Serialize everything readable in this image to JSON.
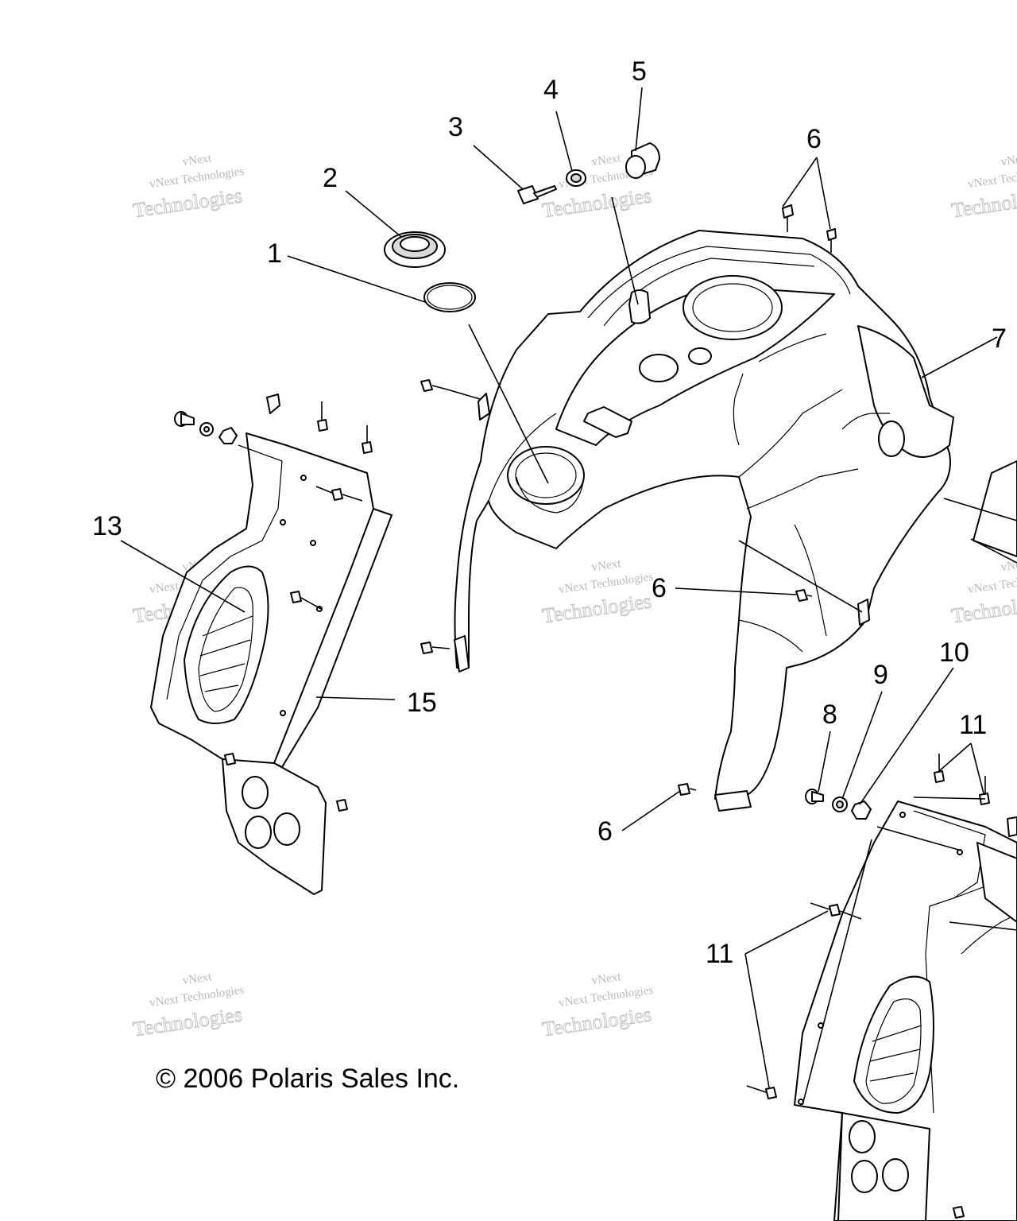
{
  "copyright": "© 2006 Polaris Sales Inc.",
  "watermark": {
    "line1": "vNext",
    "line2": "vNext Technologies",
    "line3": "Technologies"
  },
  "callouts": [
    {
      "id": "c1",
      "label": "1"
    },
    {
      "id": "c2",
      "label": "2"
    },
    {
      "id": "c3",
      "label": "3"
    },
    {
      "id": "c4",
      "label": "4"
    },
    {
      "id": "c5",
      "label": "5"
    },
    {
      "id": "c6a",
      "label": "6"
    },
    {
      "id": "c6b",
      "label": "6"
    },
    {
      "id": "c6c",
      "label": "6"
    },
    {
      "id": "c7",
      "label": "7"
    },
    {
      "id": "c8",
      "label": "8"
    },
    {
      "id": "c9",
      "label": "9"
    },
    {
      "id": "c10",
      "label": "10"
    },
    {
      "id": "c11a",
      "label": "11"
    },
    {
      "id": "c11b",
      "label": "11"
    },
    {
      "id": "c13",
      "label": "13"
    },
    {
      "id": "c15",
      "label": "15"
    }
  ]
}
